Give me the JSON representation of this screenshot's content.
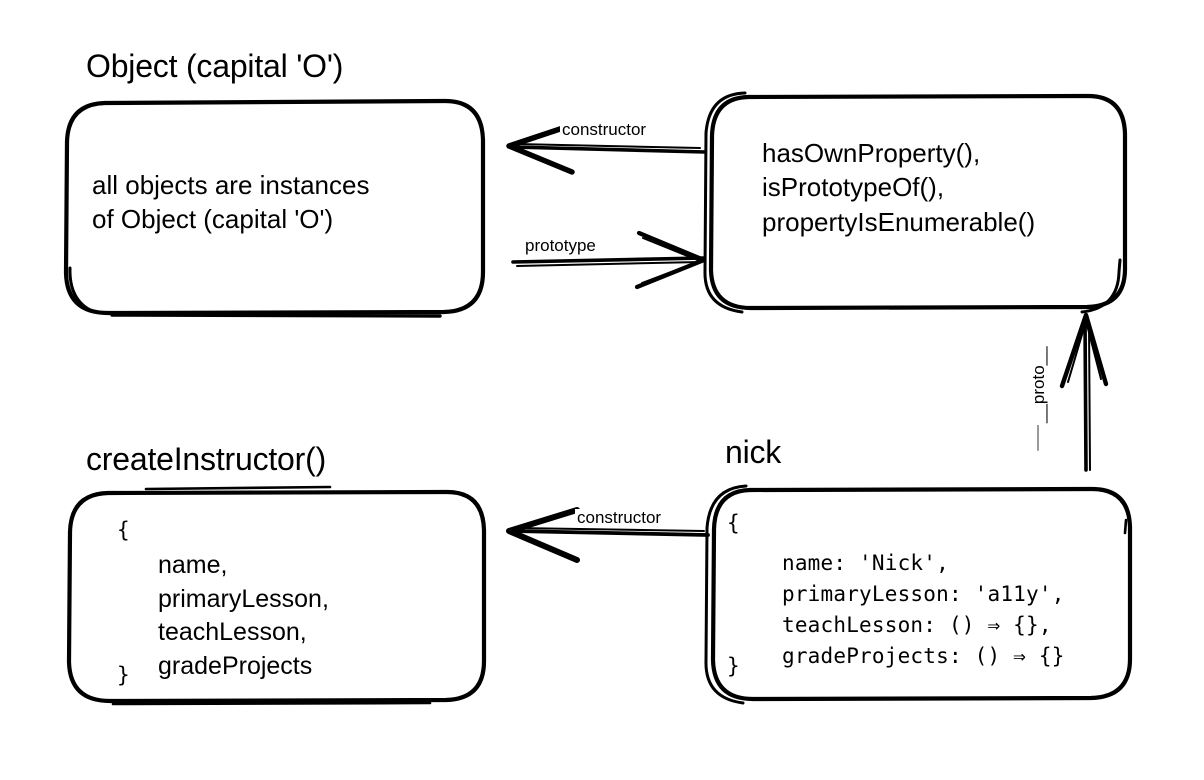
{
  "diagram": {
    "title": "JavaScript prototype chain diagram",
    "background_color": "#ffffff",
    "stroke_color": "#000000",
    "nodes": [
      {
        "id": "object-node",
        "label": "Object (capital 'O')",
        "text": "all objects are instances\nof Object (capital 'O')",
        "style": "rounded-rect-sketch"
      },
      {
        "id": "object-prototype-node",
        "label": "",
        "text": "hasOwnProperty(),\nisPrototypeOf(),\npropertyIsEnumerable()",
        "style": "rounded-rect-sketch-double"
      },
      {
        "id": "create-instructor-node",
        "label": "createInstructor()",
        "open_brace": "{",
        "close_brace": "}",
        "text": "name,\nprimaryLesson,\nteachLesson,\ngradeProjects",
        "style": "rounded-rect-sketch"
      },
      {
        "id": "nick-node",
        "label": "nick",
        "open_brace": "{",
        "close_brace": "}",
        "text": "name: 'Nick',\nprimaryLesson: 'a11y',\nteachLesson: () ⇒ {},\ngradeProjects: () ⇒ {}",
        "style": "rounded-rect-sketch-double"
      }
    ],
    "edges": [
      {
        "id": "edge-constructor-top",
        "label": "constructor",
        "from": "object-prototype-node",
        "to": "object-node",
        "direction": "left"
      },
      {
        "id": "edge-prototype",
        "label": "prototype",
        "from": "object-node",
        "to": "object-prototype-node",
        "direction": "right"
      },
      {
        "id": "edge-proto",
        "label": "__proto__",
        "from": "nick-node",
        "to": "object-prototype-node",
        "direction": "up"
      },
      {
        "id": "edge-constructor-bottom",
        "label": "constructor",
        "from": "nick-node",
        "to": "create-instructor-node",
        "direction": "left"
      }
    ]
  }
}
